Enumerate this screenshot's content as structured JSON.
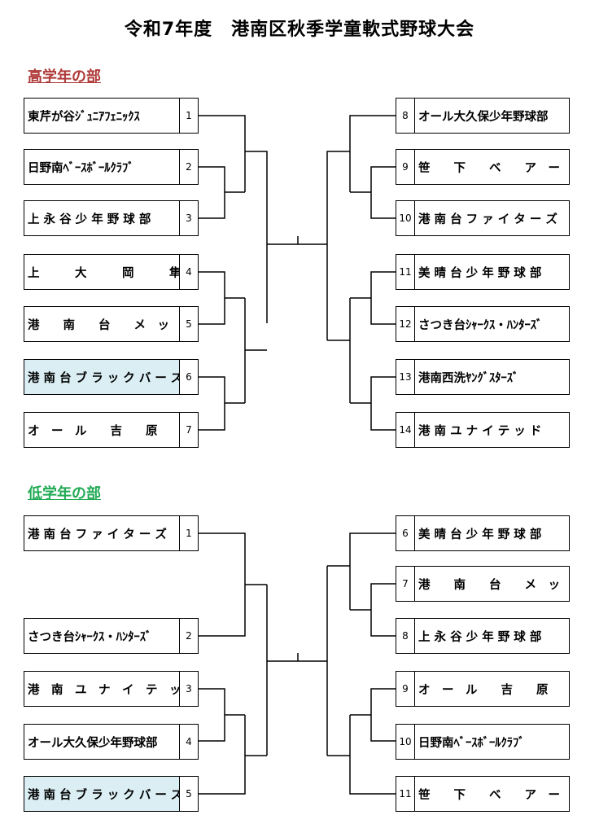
{
  "title": "令和7年度　港南区秋季学童軟式野球大会",
  "high": {
    "heading": "高学年の部",
    "left": [
      {
        "num": "1",
        "name": "東芹が谷ｼﾞｭﾆｱﾌｪﾆｯｸｽ"
      },
      {
        "num": "2",
        "name": "日野南ﾍﾞｰｽﾎﾞｰﾙｸﾗﾌﾞ"
      },
      {
        "num": "3",
        "name": "上 永 谷 少 年 野 球 部"
      },
      {
        "num": "4",
        "name": "上　　　大　　　岡　　　隼"
      },
      {
        "num": "5",
        "name": "港　　南　　台　　メ　ッ　ツ"
      },
      {
        "num": "6",
        "name": "港 南 台 ブ ラ ッ ク バ ー ズ"
      },
      {
        "num": "7",
        "name": "オ　ー　ル　　吉　　原"
      }
    ],
    "right": [
      {
        "num": "8",
        "name": "オール大久保少年野球部"
      },
      {
        "num": "9",
        "name": "笹　　下　　ベ　　ア　ー　ズ"
      },
      {
        "num": "10",
        "name": "港 南 台 フ ァ イ タ ー ズ"
      },
      {
        "num": "11",
        "name": "美 晴 台 少 年 野 球 部"
      },
      {
        "num": "12",
        "name": "さつき台ｼｬｰｸｽ・ﾊﾝﾀｰｽﾞ"
      },
      {
        "num": "13",
        "name": "港南西洗ﾔﾝｸﾞｽﾀｰｽﾞ"
      },
      {
        "num": "14",
        "name": "港 南 ユ ナ イ テ ッ ド"
      }
    ]
  },
  "low": {
    "heading": "低学年の部",
    "left": [
      {
        "num": "1",
        "name": "港 南 台 フ ァ イ タ ー ズ"
      },
      {
        "num": "2",
        "name": "さつき台ｼｬｰｸｽ・ﾊﾝﾀｰｽﾞ"
      },
      {
        "num": "3",
        "name": "港　南　ユ　ナ　イ　テ　ッ　ド"
      },
      {
        "num": "4",
        "name": "オール大久保少年野球部"
      },
      {
        "num": "5",
        "name": "港 南 台 ブ ラ ッ ク バ ー ズ"
      }
    ],
    "right": [
      {
        "num": "6",
        "name": "美 晴 台 少 年 野 球 部"
      },
      {
        "num": "7",
        "name": "港　　南　　台　　メ　ッ　ツ"
      },
      {
        "num": "8",
        "name": "上 永 谷 少 年 野 球 部"
      },
      {
        "num": "9",
        "name": "オ　ー　ル　　吉　　原"
      },
      {
        "num": "10",
        "name": "日野南ﾍﾞｰｽﾎﾞｰﾙｸﾗﾌﾞ"
      },
      {
        "num": "11",
        "name": "笹　　下　　ベ　　ア　ー　ズ"
      }
    ]
  }
}
